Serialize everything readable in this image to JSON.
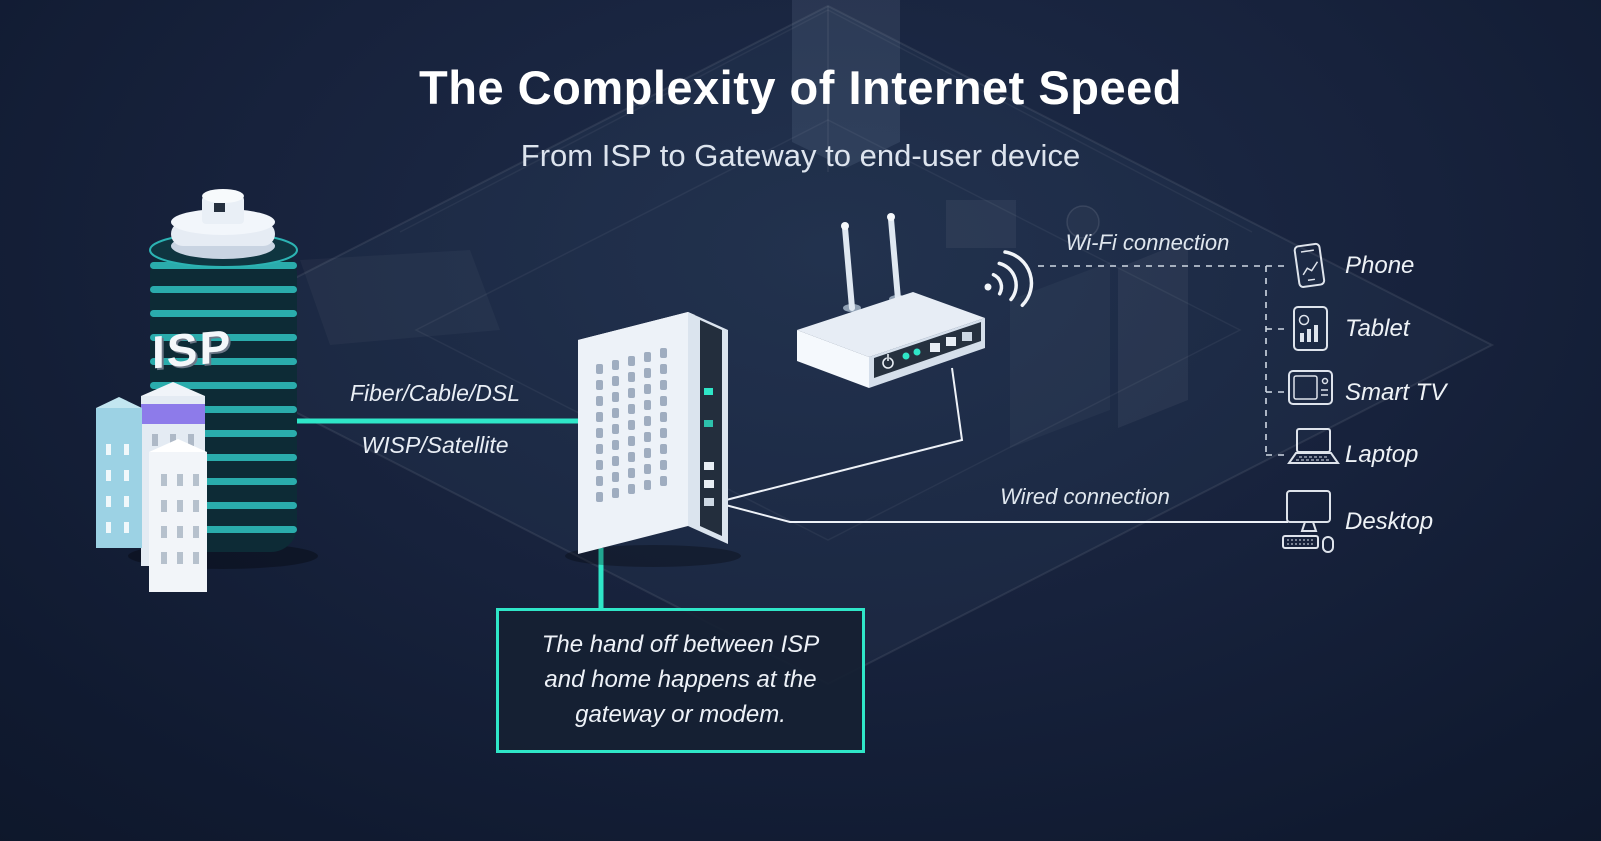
{
  "header": {
    "title": "The Complexity of Internet Speed",
    "subtitle": "From ISP to Gateway to end-user device"
  },
  "isp_building": {
    "label": "ISP"
  },
  "connections": {
    "isp_to_gateway": {
      "labels": [
        "Fiber/Cable/DSL",
        "WISP/Satellite"
      ],
      "color": "#2fe6c8",
      "style": "solid"
    },
    "wifi": {
      "label": "Wi-Fi connection",
      "style": "dashed"
    },
    "wired": {
      "label": "Wired connection",
      "style": "solid"
    }
  },
  "callout": {
    "text": "The hand off between ISP and home happens at the gateway or modem.",
    "border_color": "#2fe6c8"
  },
  "devices": [
    {
      "label": "Phone",
      "icon": "phone-icon",
      "connection": "wifi"
    },
    {
      "label": "Tablet",
      "icon": "tablet-icon",
      "connection": "wifi"
    },
    {
      "label": "Smart TV",
      "icon": "smart-tv-icon",
      "connection": "wifi"
    },
    {
      "label": "Laptop",
      "icon": "laptop-icon",
      "connection": "wifi"
    },
    {
      "label": "Desktop",
      "icon": "desktop-icon",
      "connection": "wired"
    }
  ],
  "colors": {
    "background": "#131d30",
    "accent": "#2fe6c8",
    "text": "#f2f5f9"
  }
}
